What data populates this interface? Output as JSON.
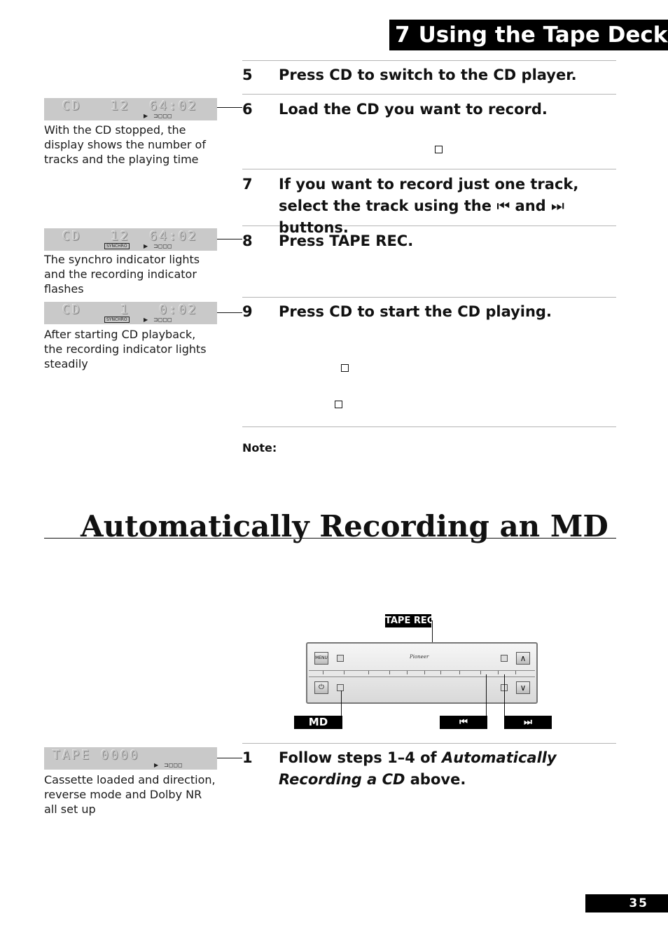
{
  "header": {
    "chapter_number": "7",
    "chapter_title": "Using the Tape Deck"
  },
  "steps_top": [
    {
      "number": "5",
      "text": "Press CD to switch to the CD player."
    },
    {
      "number": "6",
      "text": "Load the CD you want to record."
    },
    {
      "number": "7",
      "text_before": "If you want to record just one track, select the track using the ",
      "prev_symbol": "⏮",
      "and": " and ",
      "next_symbol": "⏭",
      "text_after": " buttons."
    },
    {
      "number": "8",
      "text": "Press TAPE REC."
    },
    {
      "number": "9",
      "text": "Press CD to start the CD playing."
    }
  ],
  "displays": [
    {
      "lcd": "CD   12  64:02",
      "synchro": "",
      "play": "▶",
      "indicators": "⊐◻◻◻",
      "caption": "With the CD stopped, the display shows the number of tracks and the playing time"
    },
    {
      "lcd": "CD   12  64:02",
      "synchro": "SYNCHRO",
      "play": "▶",
      "indicators": "⊐◻◻◻",
      "caption": "The synchro indicator lights and the recording indicator flashes"
    },
    {
      "lcd": "CD    1   0:02",
      "synchro": "SYNCHRO",
      "play": "▶",
      "indicators": "⊐◻◻◻",
      "caption": "After starting CD playback, the recording indicator lights steadily"
    },
    {
      "lcd": "TAPE 0000",
      "synchro": "",
      "play": "▶",
      "indicators": "⊐◻◻◻",
      "caption": "Cassette loaded and direction, reverse mode and Dolby NR all set up"
    }
  ],
  "note_label": "Note:",
  "section_title": "Automatically Recording an MD",
  "illustration": {
    "tape_rec_label": "TAPE REC",
    "md_label": "MD",
    "prev_label": "⏮",
    "next_label": "⏭",
    "menu_label": "MENU",
    "brand": "Pioneer"
  },
  "steps_bottom": [
    {
      "number": "1",
      "text_before": "Follow steps 1–4 of ",
      "text_italic": "Automatically Recording a CD",
      "text_after": " above."
    }
  ],
  "footer": {
    "page_number": "35"
  }
}
